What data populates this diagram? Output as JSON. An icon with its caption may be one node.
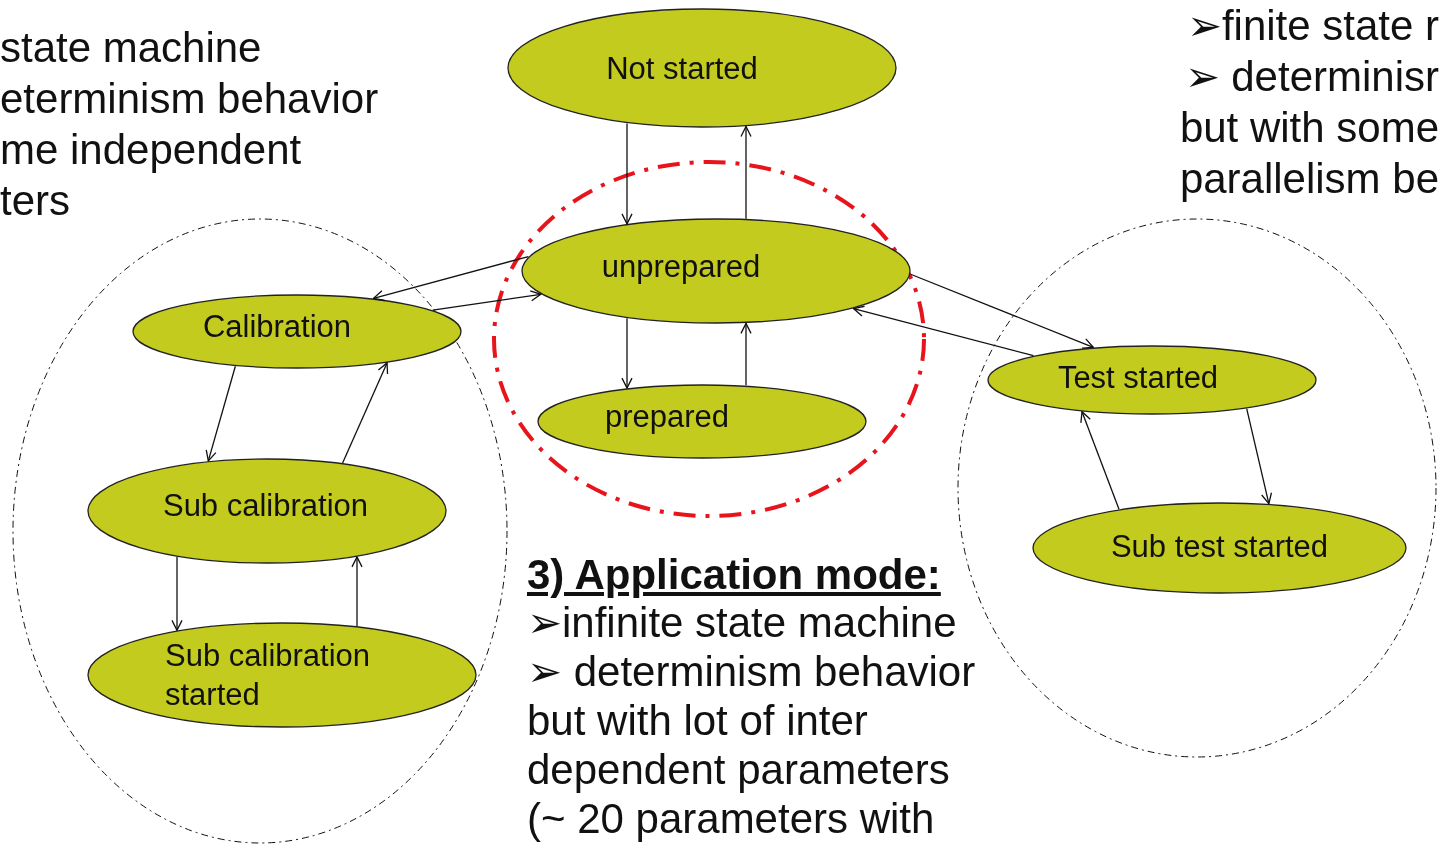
{
  "diagram": {
    "nodes": [
      {
        "text": [
          "Not started"
        ]
      },
      {
        "text": [],
        "shape": "circle"
      },
      {
        "text": [
          "unprepared"
        ],
        "in": 1
      },
      {
        "text": [
          "prepared"
        ],
        "in": 1
      },
      {
        "text": [],
        "shape": "circle"
      },
      {
        "text": [
          "Calibration"
        ],
        "in": 4
      },
      {
        "text": [
          "Sub calibration"
        ],
        "in": 4
      },
      {
        "text": [
          "Sub calibration started"
        ],
        "in": 4
      },
      {
        "text": [],
        "shape": "circle"
      },
      {
        "text": [
          "Test started"
        ],
        "in": 8
      },
      {
        "text": [
          "Sub test started"
        ],
        "in": 8
      }
    ],
    "edges": [
      {
        "from": 0,
        "to": 2,
        "arrow": "to"
      },
      {
        "from": 2,
        "to": 0,
        "arrow": "to"
      },
      {
        "from": 2,
        "to": 3,
        "arrow": "to"
      },
      {
        "from": 3,
        "to": 2,
        "arrow": "to"
      },
      {
        "from": 2,
        "to": 5,
        "arrow": "to"
      },
      {
        "from": 5,
        "to": 2,
        "arrow": "to"
      },
      {
        "from": 2,
        "to": 9,
        "arrow": "to"
      },
      {
        "from": 9,
        "to": 2,
        "arrow": "to"
      },
      {
        "from": 5,
        "to": 6,
        "arrow": "to"
      },
      {
        "from": 6,
        "to": 5,
        "arrow": "to"
      },
      {
        "from": 6,
        "to": 7,
        "arrow": "to"
      },
      {
        "from": 7,
        "to": 6,
        "arrow": "to"
      },
      {
        "from": 9,
        "to": 10,
        "arrow": "to"
      },
      {
        "from": 10,
        "to": 9,
        "arrow": "to"
      }
    ],
    "labels": [
      "state machine",
      "eterminism behavior",
      "me independent",
      "ters",
      "➢finite state r",
      "➢ determinisr",
      "but with some",
      "parallelism be",
      "3) Application mode:",
      "➢infinite state machine",
      "➢ determinism behavior but with lot of inter dependent parameters (~ 20 parameters with"
    ]
  }
}
